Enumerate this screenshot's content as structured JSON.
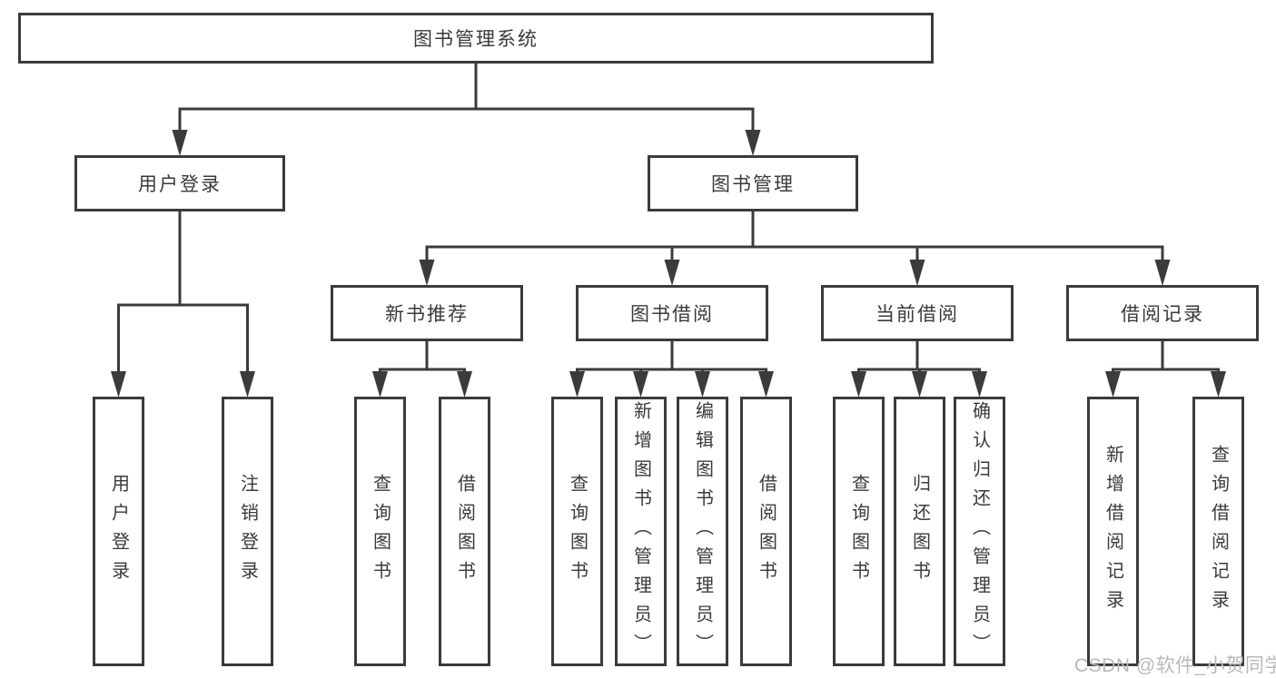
{
  "tree": {
    "label": "图书管理系统",
    "children": [
      {
        "label": "用户登录",
        "children": [
          {
            "label": "用户登录"
          },
          {
            "label": "注销登录"
          }
        ]
      },
      {
        "label": "图书管理",
        "children": [
          {
            "label": "新书推荐",
            "children": [
              {
                "label": "查询图书"
              },
              {
                "label": "借阅图书"
              }
            ]
          },
          {
            "label": "图书借阅",
            "children": [
              {
                "label": "查询图书"
              },
              {
                "label": "新增图书（管理员）"
              },
              {
                "label": "编辑图书（管理员）"
              },
              {
                "label": "借阅图书"
              }
            ]
          },
          {
            "label": "当前借阅",
            "children": [
              {
                "label": "查询图书"
              },
              {
                "label": "归还图书"
              },
              {
                "label": "确认归还（管理员）"
              }
            ]
          },
          {
            "label": "借阅记录",
            "children": [
              {
                "label": "新增借阅记录"
              },
              {
                "label": "查询借阅记录"
              }
            ]
          }
        ]
      }
    ]
  },
  "watermark": "CSDN @软件_小贺同学",
  "colors": {
    "line": "#3b3b3b",
    "text": "#3a3a3a",
    "box_background": "#ffffff",
    "watermark": "#b9b9b9"
  }
}
